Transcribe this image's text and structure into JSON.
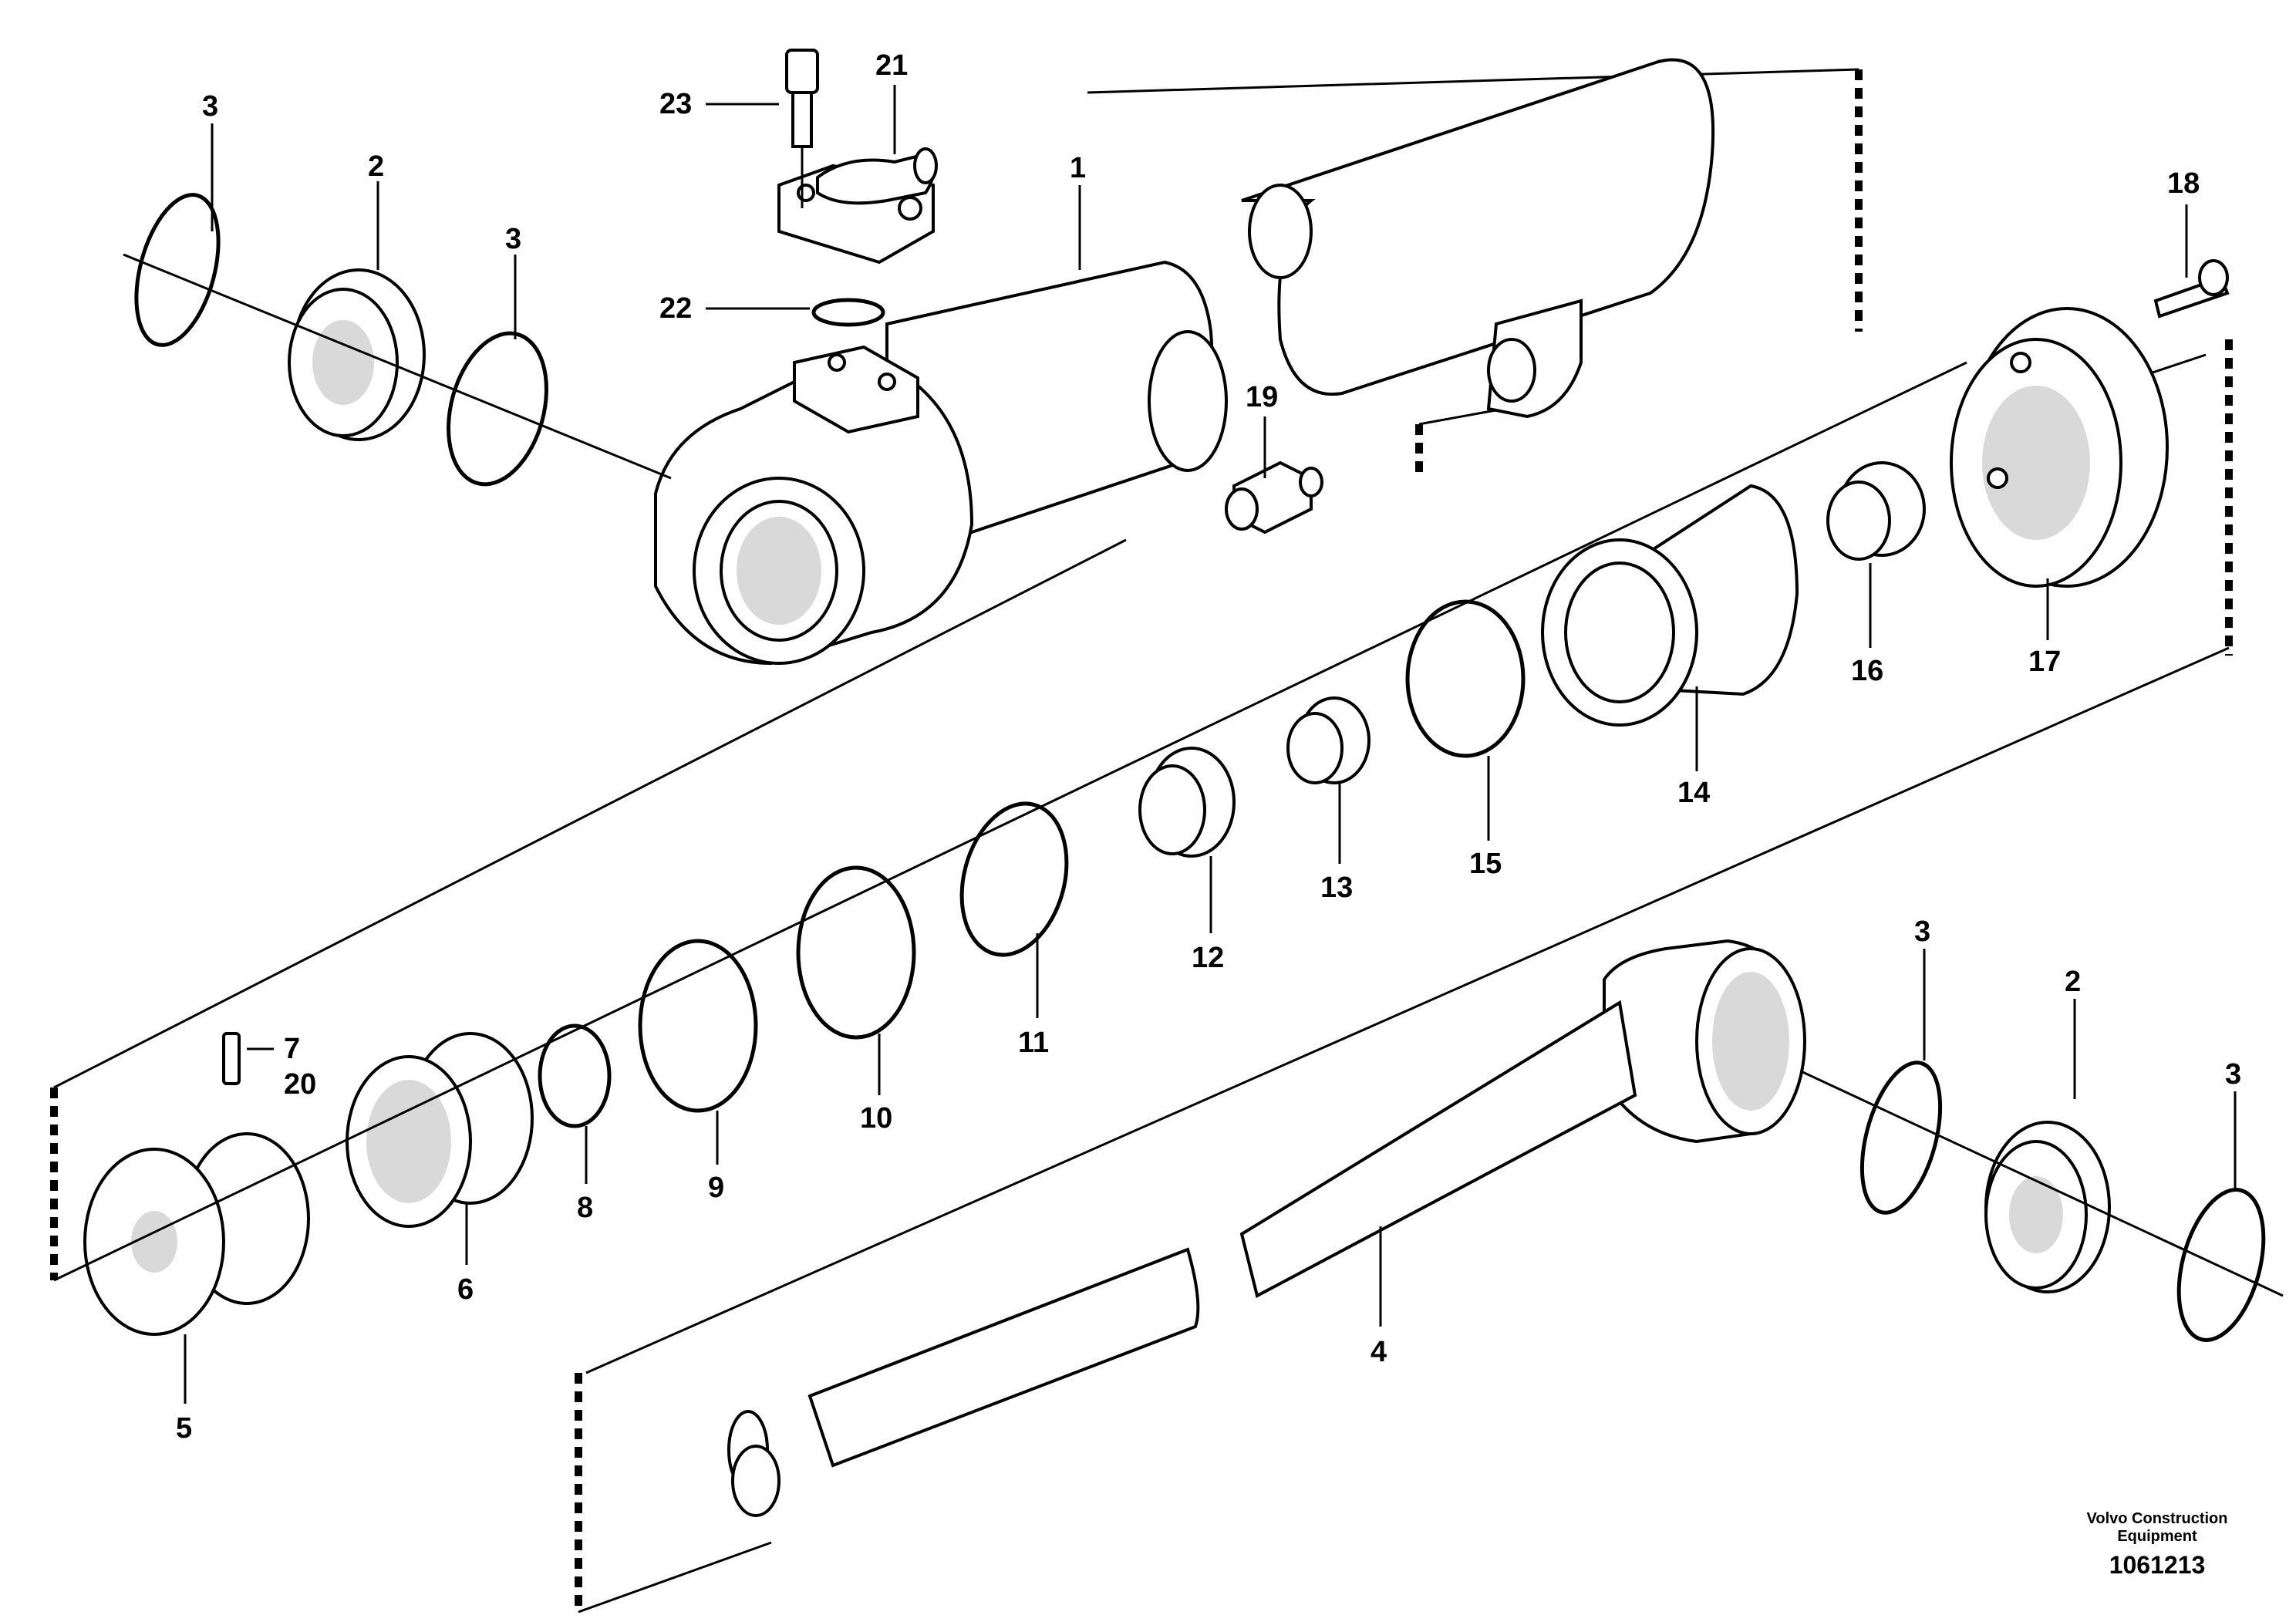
{
  "diagram": {
    "part_labels": [
      "1",
      "2",
      "3",
      "4",
      "5",
      "6",
      "7",
      "8",
      "9",
      "10",
      "11",
      "12",
      "13",
      "14",
      "15",
      "16",
      "17",
      "18",
      "19",
      "20",
      "21",
      "22",
      "23"
    ],
    "label_3": "3",
    "label_2": "2"
  },
  "footer": {
    "credit_line1": "Volvo Construction",
    "credit_line2": "Equipment",
    "doc_number": "1061213"
  }
}
